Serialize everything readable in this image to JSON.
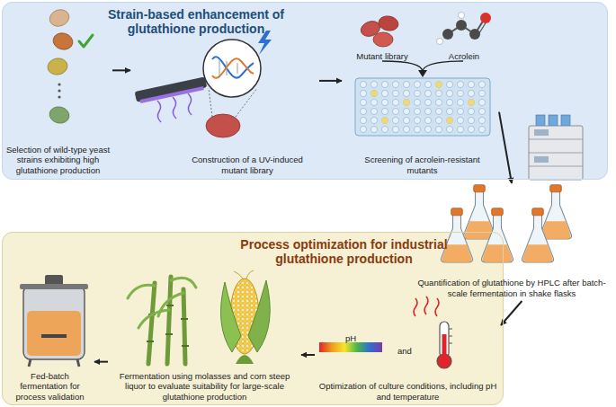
{
  "diagram": {
    "nodes": [
      {
        "text": [
          "Strain-based enhancement of glutathione production"
        ]
      },
      {
        "text": [
          "Selection of wild-type yeast strains exhibiting high glutathione production"
        ],
        "in": 0
      },
      {
        "text": [
          "Construction of a UV-induced mutant library"
        ],
        "in": 0
      },
      {
        "text": [
          "Screening of acrolein-resistant mutants"
        ],
        "in": 0
      },
      {
        "text": [
          "Quantification of glutathione by HPLC after batch-scale fermentation in shake flasks"
        ]
      },
      {
        "text": [
          "Process optimization for industrial glutathione production"
        ]
      },
      {
        "text": [
          "Optimization of culture conditions, including pH and temperature"
        ],
        "in": 5
      },
      {
        "text": [
          "Fermentation using molasses and corn steep liquor to evaluate suitability for large-scale glutathione production"
        ],
        "in": 5
      },
      {
        "text": [
          "Fed-batch fermentation for process validation"
        ],
        "in": 5
      }
    ],
    "edges": [
      {
        "from": 1,
        "to": 2,
        "arrow": "to"
      },
      {
        "from": 2,
        "to": 3,
        "arrow": "to"
      },
      {
        "from": 3,
        "to": 4,
        "arrow": "to"
      },
      {
        "from": 4,
        "to": 6,
        "arrow": "to"
      },
      {
        "from": 6,
        "to": 7,
        "arrow": "to"
      },
      {
        "from": 7,
        "to": 8,
        "arrow": "to"
      }
    ],
    "labels": [
      "Mutant library",
      "Acrolein",
      "pH",
      "and"
    ]
  }
}
